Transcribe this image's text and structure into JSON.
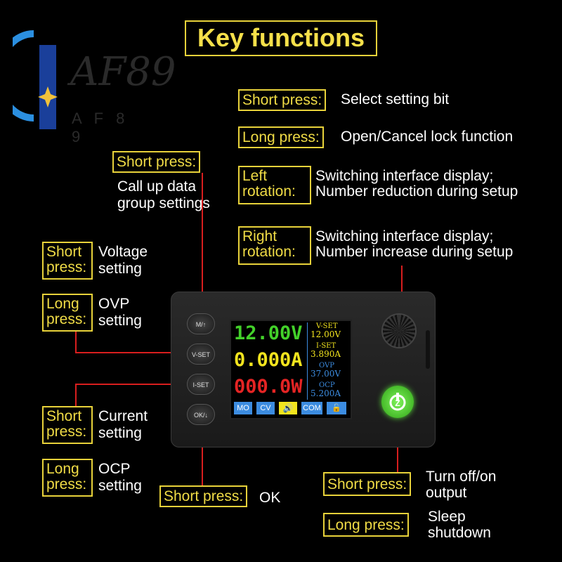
{
  "title": "Key functions",
  "logo": {
    "text": "AF89",
    "subtext": "A F 8 9"
  },
  "callouts": {
    "short_select": {
      "label": "Short press:",
      "desc": "Select setting bit"
    },
    "long_lock": {
      "label": "Long press:",
      "desc": "Open/Cancel lock function"
    },
    "left_rot": {
      "label1": "Left",
      "label2": "rotation:",
      "desc1": "Switching interface display;",
      "desc2": "Number reduction during setup"
    },
    "right_rot": {
      "label1": "Right",
      "label2": "rotation:",
      "desc1": "Switching interface display;",
      "desc2": "Number increase during setup"
    },
    "m_short": {
      "label": "Short press:",
      "desc1": "Call up data",
      "desc2": "group settings"
    },
    "v_short": {
      "label1": "Short",
      "label2": "press:",
      "desc1": "Voltage",
      "desc2": "setting"
    },
    "v_long": {
      "label1": "Long",
      "label2": "press:",
      "desc1": "OVP",
      "desc2": "setting"
    },
    "i_short": {
      "label1": "Short",
      "label2": "press:",
      "desc1": "Current",
      "desc2": "setting"
    },
    "i_long": {
      "label1": "Long",
      "label2": "press:",
      "desc1": "OCP",
      "desc2": "setting"
    },
    "ok_short": {
      "label": "Short press:",
      "desc": "OK"
    },
    "pwr_short": {
      "label": "Short press:",
      "desc1": "Turn off/on",
      "desc2": "output"
    },
    "pwr_long": {
      "label": "Long press:",
      "desc1": "Sleep",
      "desc2": "shutdown"
    }
  },
  "device": {
    "buttons": {
      "m": "M/↑",
      "vset": "V-SET",
      "iset": "I-SET",
      "ok": "OK/↓"
    },
    "screen": {
      "voltage": "12.00V",
      "current": "0.000A",
      "power": "000.0W",
      "vset_label": "V-SET",
      "vset_value": "12.00V",
      "iset_label": "I-SET",
      "iset_value": "3.890A",
      "ovp_label": "OVP",
      "ovp_value": "37.00V",
      "ocp_label": "OCP",
      "ocp_value": "5.200A",
      "status": [
        "MO",
        "CV",
        "",
        "COM",
        ""
      ]
    }
  },
  "colors": {
    "accent_yellow": "#f0dc46",
    "line_red": "#d81e1e",
    "voltage": "#43d12a",
    "current": "#f2e41e",
    "power": "#e52424",
    "status_blue": "#3c8ce0",
    "power_button": "#4ed62a"
  }
}
